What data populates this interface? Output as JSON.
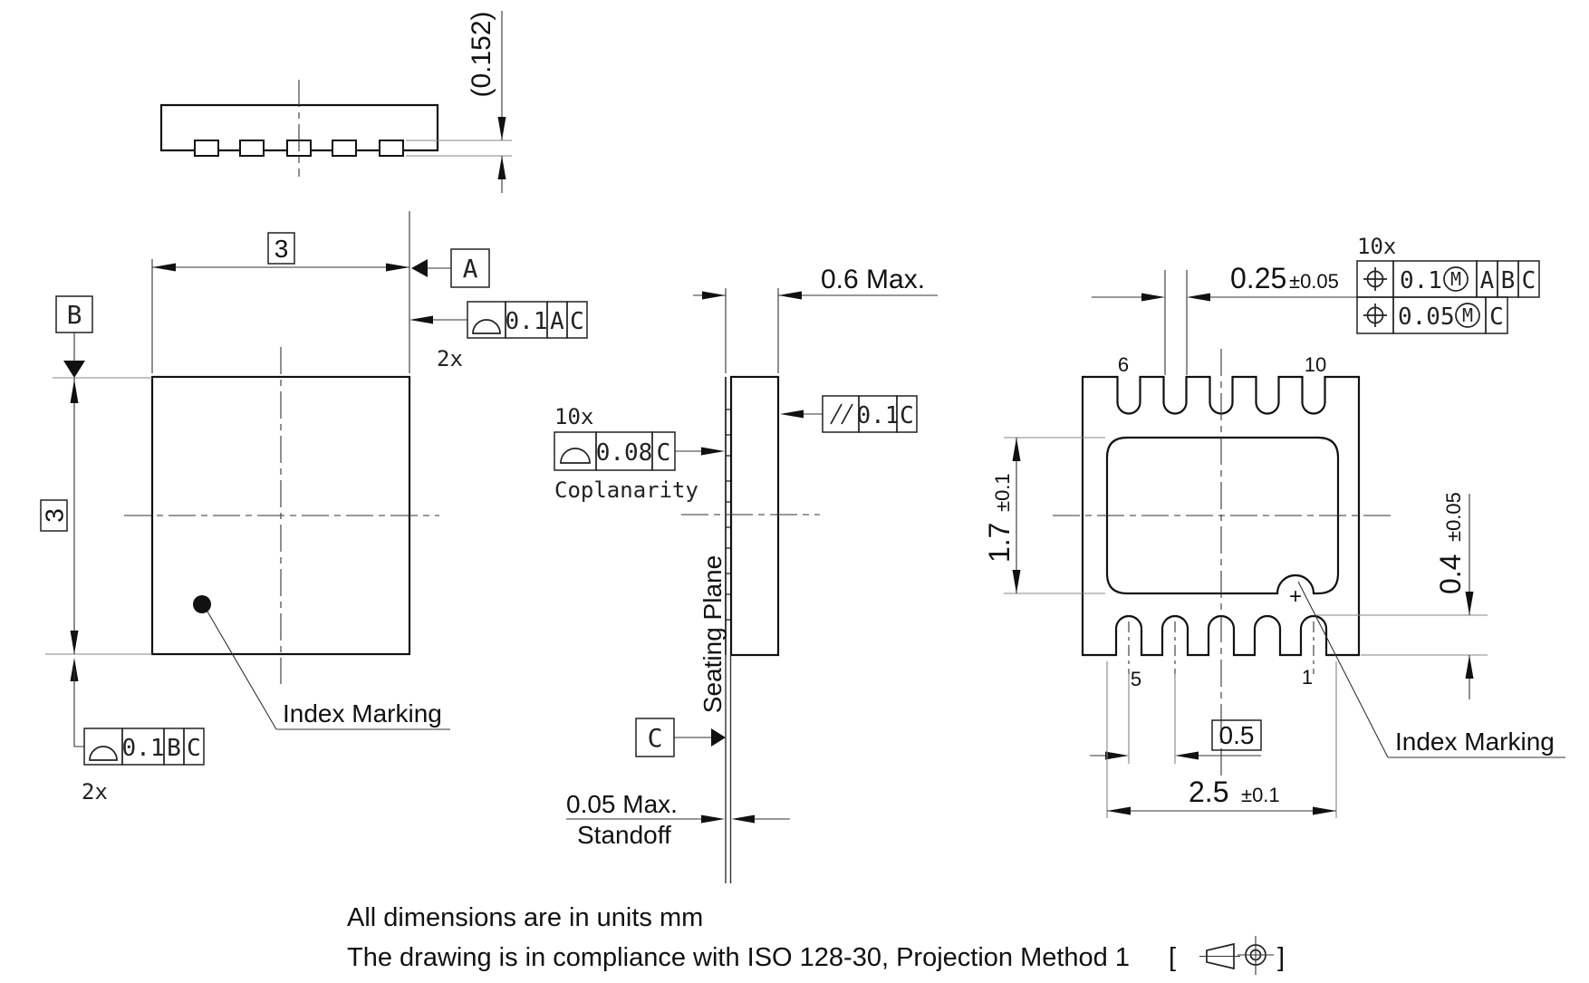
{
  "lead_side_view": {
    "lead_thickness_dim": "(0.152)"
  },
  "top_view": {
    "width_dim": "3",
    "height_dim": "3",
    "datum_a": "A",
    "datum_b": "B",
    "profile_fcf_top": {
      "count": "2x",
      "tolerance": "0.1",
      "datum_1": "A",
      "datum_2": "C"
    },
    "profile_fcf_bottom": {
      "count": "2x",
      "tolerance": "0.1",
      "datum_1": "B",
      "datum_2": "C"
    },
    "index_marking_label": "Index Marking"
  },
  "side_view": {
    "thickness_dim": "0.6 Max.",
    "coplanarity_fcf": {
      "count": "10x",
      "tolerance": "0.08",
      "datum_1": "C",
      "caption": "Coplanarity"
    },
    "parallelism_fcf": {
      "tolerance": "0.1",
      "datum_1": "C"
    },
    "seating_plane_label": "Seating Plane",
    "datum_c": "C",
    "standoff_dim": "0.05 Max.",
    "standoff_label": "Standoff"
  },
  "bottom_view": {
    "pin_labels": {
      "p6": "6",
      "p10": "10",
      "p5": "5",
      "p1": "1"
    },
    "lead_width_dim": {
      "value": "0.25",
      "tolerance": "±0.05"
    },
    "position_fcf": {
      "count": "10x",
      "row1": {
        "tolerance": "0.1",
        "modifier": "M",
        "datum_1": "A",
        "datum_2": "B",
        "datum_3": "C"
      },
      "row2": {
        "tolerance": "0.05",
        "modifier": "M",
        "datum_1": "C"
      }
    },
    "epad_height_dim": {
      "value": "1.7",
      "tolerance": "±0.1"
    },
    "lead_length_dim": {
      "value": "0.4",
      "tolerance": "±0.05"
    },
    "pitch_dim": "0.5",
    "lead_span_dim": {
      "value": "2.5",
      "tolerance": "±0.1"
    },
    "index_cross": "+",
    "index_marking_label": "Index Marking"
  },
  "notes": {
    "units_note": "All dimensions are in units mm",
    "compliance_note": "The drawing is in compliance with ISO 128-30, Projection Method 1",
    "bracket_open": "[",
    "bracket_close": "]"
  }
}
